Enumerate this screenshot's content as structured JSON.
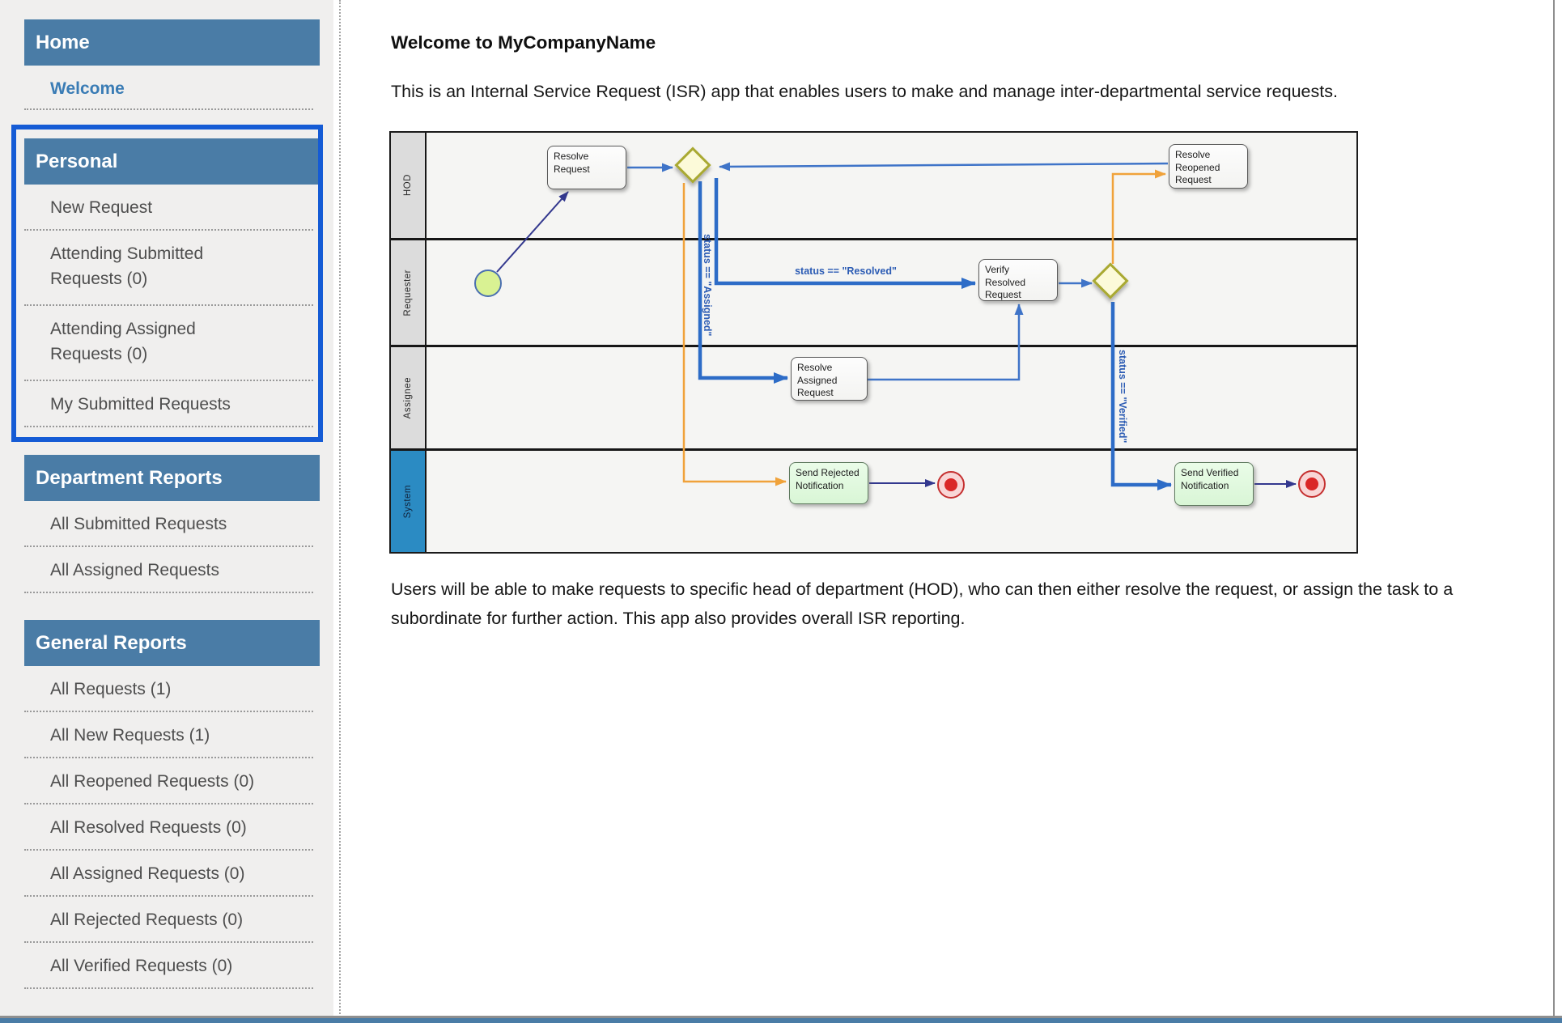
{
  "sidebar": {
    "sections": [
      {
        "title": "Home",
        "items": [
          {
            "label": "Welcome"
          }
        ]
      },
      {
        "title": "Personal",
        "highlighted": true,
        "items": [
          {
            "label": "New Request"
          },
          {
            "label": "Attending Submitted Requests (0)"
          },
          {
            "label": "Attending Assigned Requests (0)"
          },
          {
            "label": "My Submitted Requests"
          }
        ]
      },
      {
        "title": "Department Reports",
        "items": [
          {
            "label": "All Submitted Requests"
          },
          {
            "label": "All Assigned Requests"
          }
        ]
      },
      {
        "title": "General Reports",
        "items": [
          {
            "label": "All Requests (1)"
          },
          {
            "label": "All New Requests (1)"
          },
          {
            "label": "All Reopened Requests (0)"
          },
          {
            "label": "All Resolved Requests (0)"
          },
          {
            "label": "All Assigned Requests (0)"
          },
          {
            "label": "All Rejected Requests (0)"
          },
          {
            "label": "All Verified Requests (0)"
          }
        ]
      }
    ]
  },
  "main": {
    "title": "Welcome to MyCompanyName",
    "intro": "This is an Internal Service Request (ISR) app that enables users to make and manage inter-departmental service requests.",
    "description": "Users will be able to make requests to specific head of department (HOD), who can then either resolve the request, or assign the task to a subordinate for further action. This app also provides overall ISR reporting."
  },
  "diagram": {
    "lanes": [
      {
        "label": "HOD"
      },
      {
        "label": "Requester"
      },
      {
        "label": "Assignee"
      },
      {
        "label": "System"
      }
    ],
    "tasks": {
      "resolve_request": "Resolve\nRequest",
      "verify_resolved_request": "Verify\nResolved\nRequest",
      "resolve_assigned_request": "Resolve\nAssigned\nRequest",
      "resolve_reopened_request": "Resolve\nReopened\nRequest",
      "send_rejected_notification": "Send Rejected\nNotification",
      "send_verified_notification": "Send Verified\nNotification"
    },
    "conditions": {
      "assigned": "status == \"Assigned\"",
      "resolved": "status == \"Resolved\"",
      "verified": "status == \"Verified\""
    },
    "colors": {
      "header_blue": "#4a7ca6",
      "link_blue": "#3a7cb5",
      "highlight_blue": "#155bd5",
      "system_lane_blue": "#2b8bc3",
      "flow_blue_thick": "#2d6cc7",
      "flow_blue_thin": "#3f74c8",
      "flow_navy": "#33388e",
      "flow_orange": "#f0a23a",
      "gateway_fill": "#fcfad9",
      "gateway_border": "#a9a932",
      "start_event_fill": "#d9f293",
      "end_event_red": "#da2727",
      "notification_fill": "#e1fadf"
    }
  }
}
